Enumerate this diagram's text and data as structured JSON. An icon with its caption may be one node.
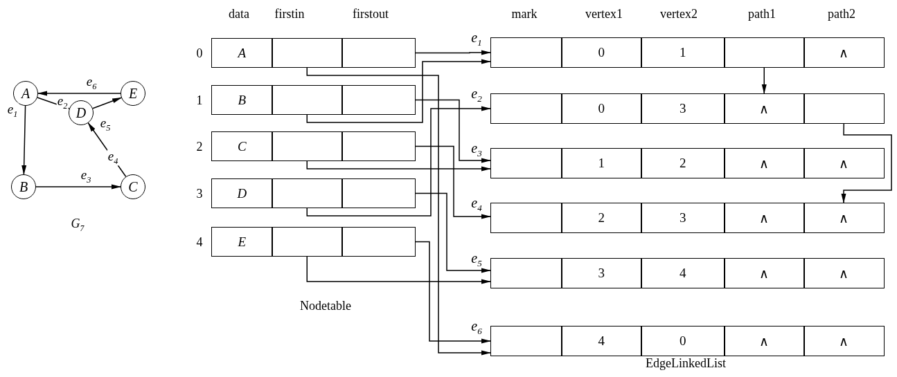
{
  "diagram": {
    "nodes": [
      {
        "text": [
          "A"
        ]
      },
      {
        "text": [
          "B"
        ]
      },
      {
        "text": [
          "C"
        ]
      },
      {
        "text": [
          "D"
        ]
      },
      {
        "text": [
          "E"
        ]
      },
      {
        "text": [
          "A"
        ],
        "beside": [
          "0"
        ]
      },
      {
        "text": [],
        "shape": "box"
      },
      {
        "text": [],
        "shape": "box"
      },
      {
        "text": [
          "B"
        ],
        "beside": [
          "1"
        ]
      },
      {
        "text": [],
        "shape": "box"
      },
      {
        "text": [],
        "shape": "box"
      },
      {
        "text": [
          "C"
        ],
        "beside": [
          "2"
        ]
      },
      {
        "text": [],
        "shape": "box"
      },
      {
        "text": [],
        "shape": "box"
      },
      {
        "text": [
          "D"
        ],
        "beside": [
          "3"
        ]
      },
      {
        "text": [],
        "shape": "box"
      },
      {
        "text": [],
        "shape": "box"
      },
      {
        "text": [
          "E"
        ],
        "beside": [
          "4"
        ]
      },
      {
        "text": [],
        "shape": "box"
      },
      {
        "text": [],
        "shape": "box"
      },
      {
        "text": [],
        "shape": "box",
        "beside": [
          "e$_{1}$"
        ]
      },
      {
        "text": [
          "0"
        ]
      },
      {
        "text": [
          "1"
        ]
      },
      {
        "text": [],
        "shape": "box"
      },
      {
        "text": [
          "∧"
        ]
      },
      {
        "text": [],
        "shape": "box",
        "beside": [
          "e$_{2}$"
        ]
      },
      {
        "text": [
          "0"
        ]
      },
      {
        "text": [
          "3"
        ]
      },
      {
        "text": [
          "∧"
        ]
      },
      {
        "text": [],
        "shape": "box"
      },
      {
        "text": [],
        "shape": "box",
        "beside": [
          "e$_{3}$"
        ]
      },
      {
        "text": [
          "1"
        ]
      },
      {
        "text": [
          "2"
        ]
      },
      {
        "text": [
          "∧"
        ]
      },
      {
        "text": [
          "∧"
        ]
      },
      {
        "text": [],
        "shape": "box",
        "beside": [
          "e$_{4}$"
        ]
      },
      {
        "text": [
          "2"
        ]
      },
      {
        "text": [
          "3"
        ]
      },
      {
        "text": [
          "∧"
        ]
      },
      {
        "text": [
          "∧"
        ]
      },
      {
        "text": [],
        "shape": "box",
        "beside": [
          "e$_{5}$"
        ]
      },
      {
        "text": [
          "3"
        ]
      },
      {
        "text": [
          "4"
        ]
      },
      {
        "text": [
          "∧"
        ]
      },
      {
        "text": [
          "∧"
        ]
      },
      {
        "text": [],
        "shape": "box",
        "beside": [
          "e$_{6}$"
        ]
      },
      {
        "text": [
          "4"
        ]
      },
      {
        "text": [
          "0"
        ]
      },
      {
        "text": [
          "∧"
        ]
      },
      {
        "text": [
          "∧"
        ]
      }
    ],
    "edges": [
      {
        "from": 0,
        "to": 1,
        "arrow": "to",
        "label": "e$_{1}$"
      },
      {
        "from": 0,
        "to": 3,
        "arrow": "to",
        "label": "e$_{2}$"
      },
      {
        "from": 1,
        "to": 2,
        "arrow": "to",
        "label": "e$_{3}$"
      },
      {
        "from": 2,
        "to": 3,
        "arrow": "to",
        "label": "e$_{4}$"
      },
      {
        "from": 3,
        "to": 4,
        "arrow": "to",
        "label": "e$_{5}$"
      },
      {
        "from": 4,
        "to": 0,
        "arrow": "to",
        "label": "e$_{6}$"
      },
      {
        "from": 7,
        "to": 20,
        "arrow": "to"
      },
      {
        "from": 10,
        "to": 30,
        "arrow": "to"
      },
      {
        "from": 13,
        "to": 35,
        "arrow": "to"
      },
      {
        "from": 16,
        "to": 40,
        "arrow": "to"
      },
      {
        "from": 19,
        "to": 45,
        "arrow": "to"
      },
      {
        "from": 6,
        "to": 45,
        "arrow": "to"
      },
      {
        "from": 9,
        "to": 20,
        "arrow": "to"
      },
      {
        "from": 12,
        "to": 30,
        "arrow": "to"
      },
      {
        "from": 15,
        "to": 25,
        "arrow": "to"
      },
      {
        "from": 18,
        "to": 40,
        "arrow": "to"
      },
      {
        "from": 23,
        "to": 28,
        "arrow": "to"
      },
      {
        "from": 29,
        "to": 39,
        "arrow": "to"
      }
    ],
    "labels": [
      "G$_{7}$",
      "data",
      "firstin",
      "firstout",
      "mark",
      "vertex1",
      "vertex2",
      "path1",
      "path2",
      "Nodetable",
      "EdgeLinkedList"
    ]
  }
}
